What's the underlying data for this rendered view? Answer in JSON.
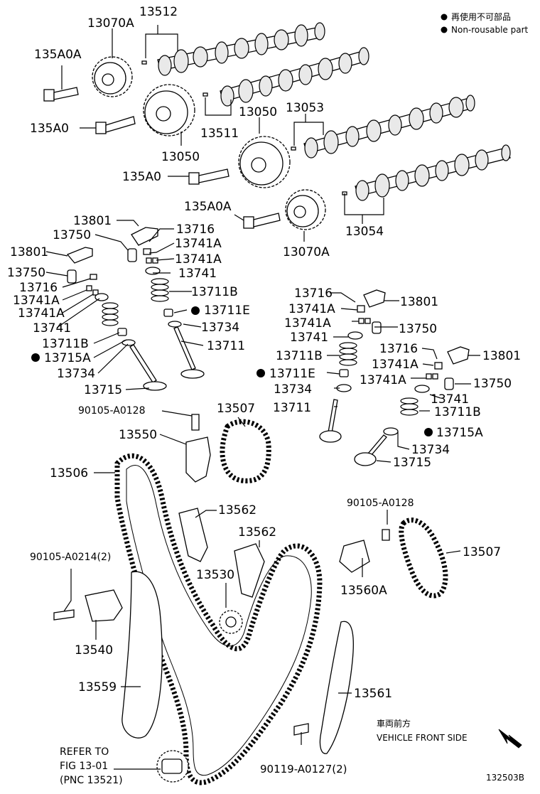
{
  "legend": {
    "mark_jp": "再使用不可部品",
    "mark_en": "Non-rousable part"
  },
  "labels": {
    "p13512": "13512",
    "p13070A_top": "13070A",
    "p135A0A_top": "135A0A",
    "p135A0_top": "135A0",
    "p13050_a": "13050",
    "p13053": "13053",
    "p13511": "13511",
    "p13050_b": "13050",
    "p135A0_mid": "135A0",
    "p135A0A_mid": "135A0A",
    "p13054": "13054",
    "p13070A_mid": "13070A",
    "p13801_l1": "13801",
    "p13750_l1": "13750",
    "p13716_c1": "13716",
    "p13741A_c1": "13741A",
    "p13741A_c2": "13741A",
    "p13801_l2": "13801",
    "p13750_l2": "13750",
    "p13741_c": "13741",
    "p13716_l": "13716",
    "p13711B_c": "13711B",
    "p13741A_l1": "13741A",
    "p13741A_l2": "13741A",
    "p13711E_c": "13711E",
    "p13741_l": "13741",
    "p13734_c": "13734",
    "p13711B_l": "13711B",
    "p13711_c": "13711",
    "p13715A_l": "13715A",
    "p13734_l": "13734",
    "p13715_l": "13715",
    "p13716_r1": "13716",
    "p13801_r1": "13801",
    "p13741A_r1": "13741A",
    "p13741A_r2": "13741A",
    "p13750_r1": "13750",
    "p13741_r1": "13741",
    "p13716_r2": "13716",
    "p13801_r2": "13801",
    "p13711B_r1": "13711B",
    "p13741A_r3": "13741A",
    "p13711E_r": "13711E",
    "p13741A_r4": "13741A",
    "p13750_r2": "13750",
    "p13734_r1": "13734",
    "p13741_r2": "13741",
    "p13711_r": "13711",
    "p13711B_r2": "13711B",
    "p13715A_r": "13715A",
    "p13734_r2": "13734",
    "p13715_r": "13715",
    "p90105_A0128_l": "90105-A0128",
    "p13507_top": "13507",
    "p13550": "13550",
    "p13506": "13506",
    "p13562_a": "13562",
    "p90105_A0128_r": "90105-A0128",
    "p13562_b": "13562",
    "p90105_A0214": "90105-A0214(2)",
    "p13507_r": "13507",
    "p13530": "13530",
    "p13560A": "13560A",
    "p13540": "13540",
    "p13559": "13559",
    "p13561": "13561",
    "refer_1": "REFER TO",
    "refer_2": "FIG 13-01",
    "refer_3": "(PNC 13521)",
    "p90119_A0127": "90119-A0127(2)",
    "direction_jp": "車両前方",
    "direction_en": "VEHICLE FRONT SIDE",
    "figure_no": "132503B"
  }
}
